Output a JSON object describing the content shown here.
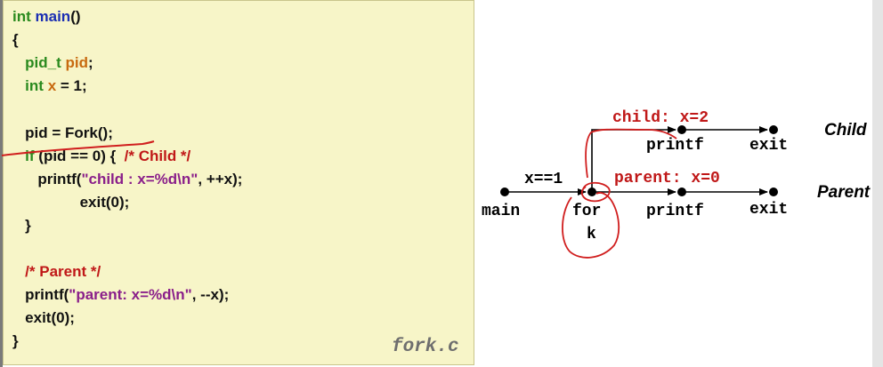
{
  "code": {
    "filename": "fork.c",
    "lines": [
      [
        {
          "t": "int",
          "c": "kw"
        },
        {
          "t": " "
        },
        {
          "t": "main",
          "c": "fn"
        },
        {
          "t": "()"
        }
      ],
      [
        {
          "t": "{"
        }
      ],
      [
        {
          "t": "   "
        },
        {
          "t": "pid_t",
          "c": "kw"
        },
        {
          "t": " "
        },
        {
          "t": "pid",
          "c": "var"
        },
        {
          "t": ";"
        }
      ],
      [
        {
          "t": "   "
        },
        {
          "t": "int",
          "c": "kw"
        },
        {
          "t": " "
        },
        {
          "t": "x",
          "c": "var"
        },
        {
          "t": " = 1;"
        }
      ],
      [
        {
          "t": ""
        }
      ],
      [
        {
          "t": "   pid = Fork();"
        }
      ],
      [
        {
          "t": "   "
        },
        {
          "t": "if",
          "c": "kw"
        },
        {
          "t": " (pid == 0) {  "
        },
        {
          "t": "/* Child */",
          "c": "cmt"
        }
      ],
      [
        {
          "t": "      printf("
        },
        {
          "t": "\"child : x=%d\\n\"",
          "c": "str"
        },
        {
          "t": ", ++x);"
        }
      ],
      [
        {
          "t": "                exit(0);"
        }
      ],
      [
        {
          "t": "   }"
        }
      ],
      [
        {
          "t": ""
        }
      ],
      [
        {
          "t": "   "
        },
        {
          "t": "/* Parent */",
          "c": "cmt"
        }
      ],
      [
        {
          "t": "   printf("
        },
        {
          "t": "\"parent: x=%d\\n\"",
          "c": "str"
        },
        {
          "t": ", --x);"
        }
      ],
      [
        {
          "t": "   exit(0);"
        }
      ],
      [
        {
          "t": "}"
        }
      ]
    ]
  },
  "graph": {
    "edge_label_main_fork": "x==1",
    "child_output": "child: x=2",
    "parent_output": "parent: x=0",
    "node_main": "main",
    "node_fork_line1": "for",
    "node_fork_line2": "k",
    "node_printf_child": "printf",
    "node_exit_child": "exit",
    "node_printf_parent": "printf",
    "node_exit_parent": "exit",
    "process_child": "Child",
    "process_parent": "Parent"
  },
  "colors": {
    "code_bg": "#f7f5c8",
    "keyword": "#2a8a1e",
    "function": "#1c2fb3",
    "variable": "#c86a10",
    "comment": "#c01818",
    "string": "#8a1f8a",
    "output_text": "#c01818",
    "annotation_ink": "#d01e1e"
  }
}
